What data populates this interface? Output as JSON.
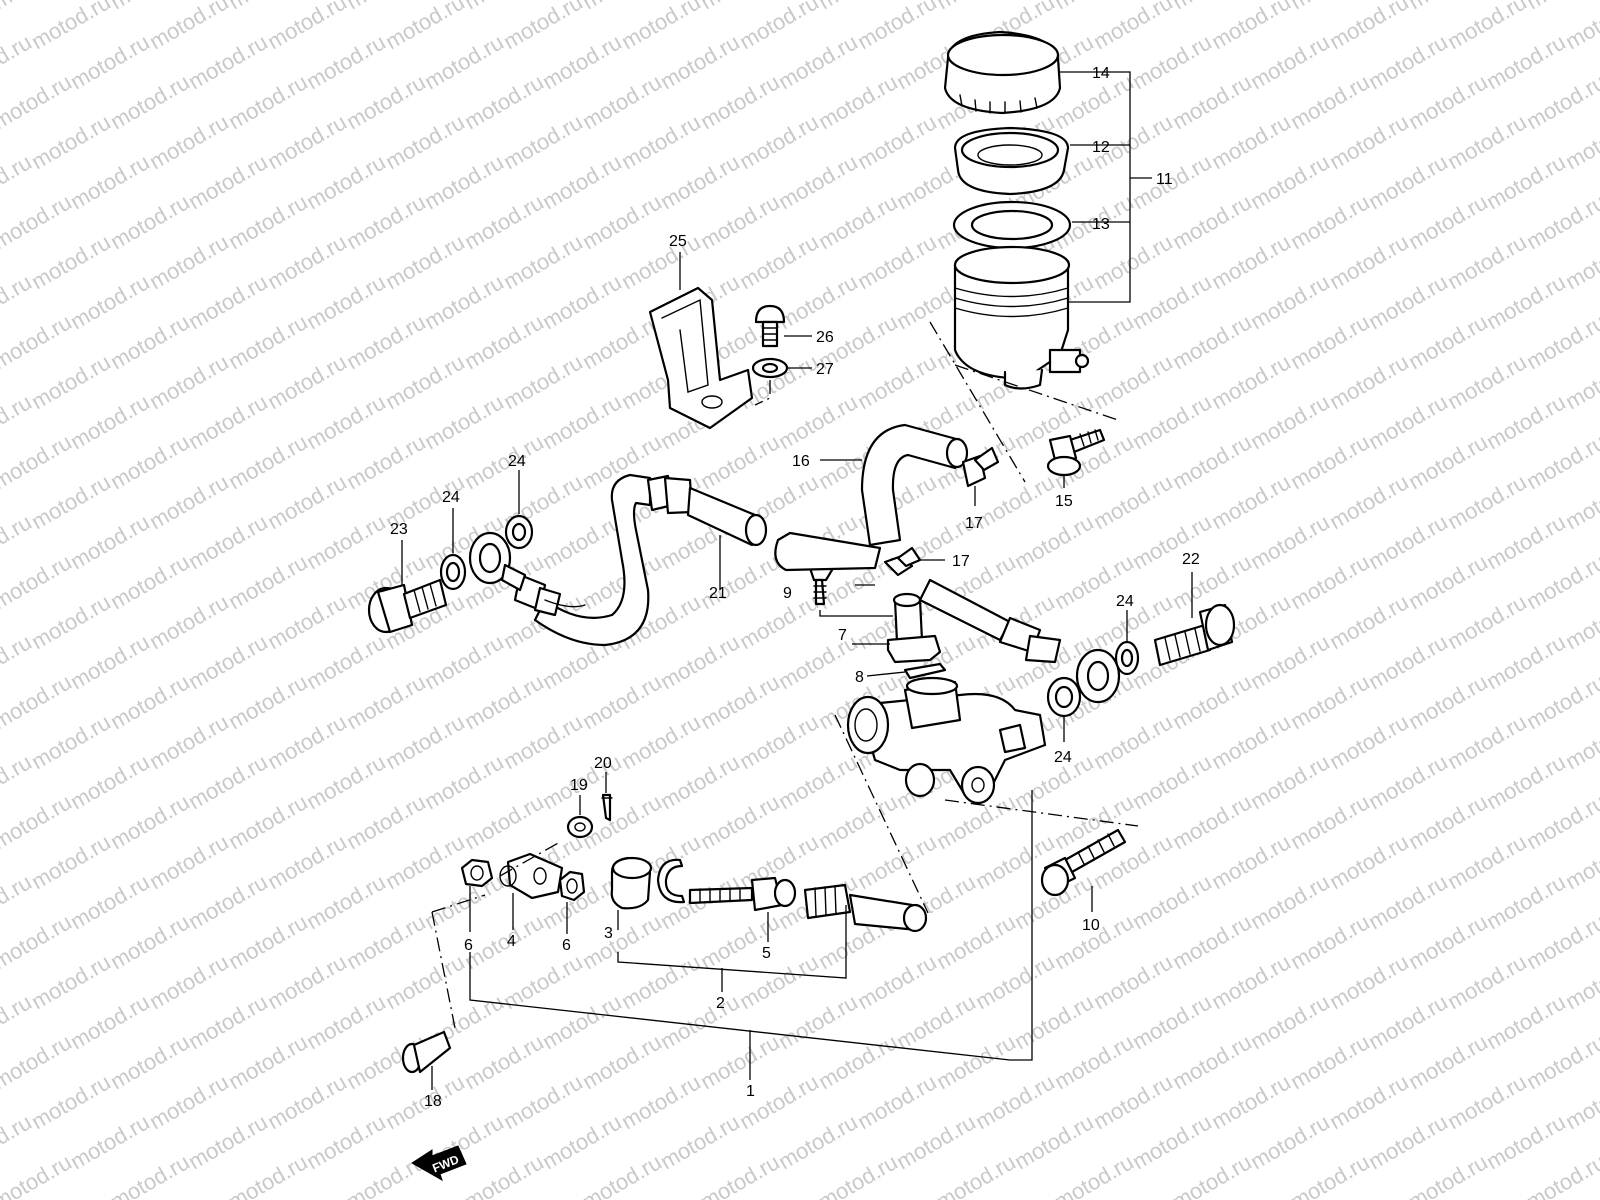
{
  "watermark": {
    "text": "motod.ru"
  },
  "badge": {
    "text": "FWD"
  },
  "labels": {
    "p1": "1",
    "p2": "2",
    "p3": "3",
    "p4": "4",
    "p5": "5",
    "p6a": "6",
    "p6b": "6",
    "p7": "7",
    "p8": "8",
    "p9": "9",
    "p10": "10",
    "p11": "11",
    "p12": "12",
    "p13": "13",
    "p14": "14",
    "p15": "15",
    "p16": "16",
    "p17a": "17",
    "p17b": "17",
    "p18": "18",
    "p19": "19",
    "p20": "20",
    "p21": "21",
    "p22": "22",
    "p23": "23",
    "p24a": "24",
    "p24b": "24",
    "p24c": "24",
    "p24d": "24",
    "p25": "25",
    "p26": "26",
    "p27": "27"
  }
}
